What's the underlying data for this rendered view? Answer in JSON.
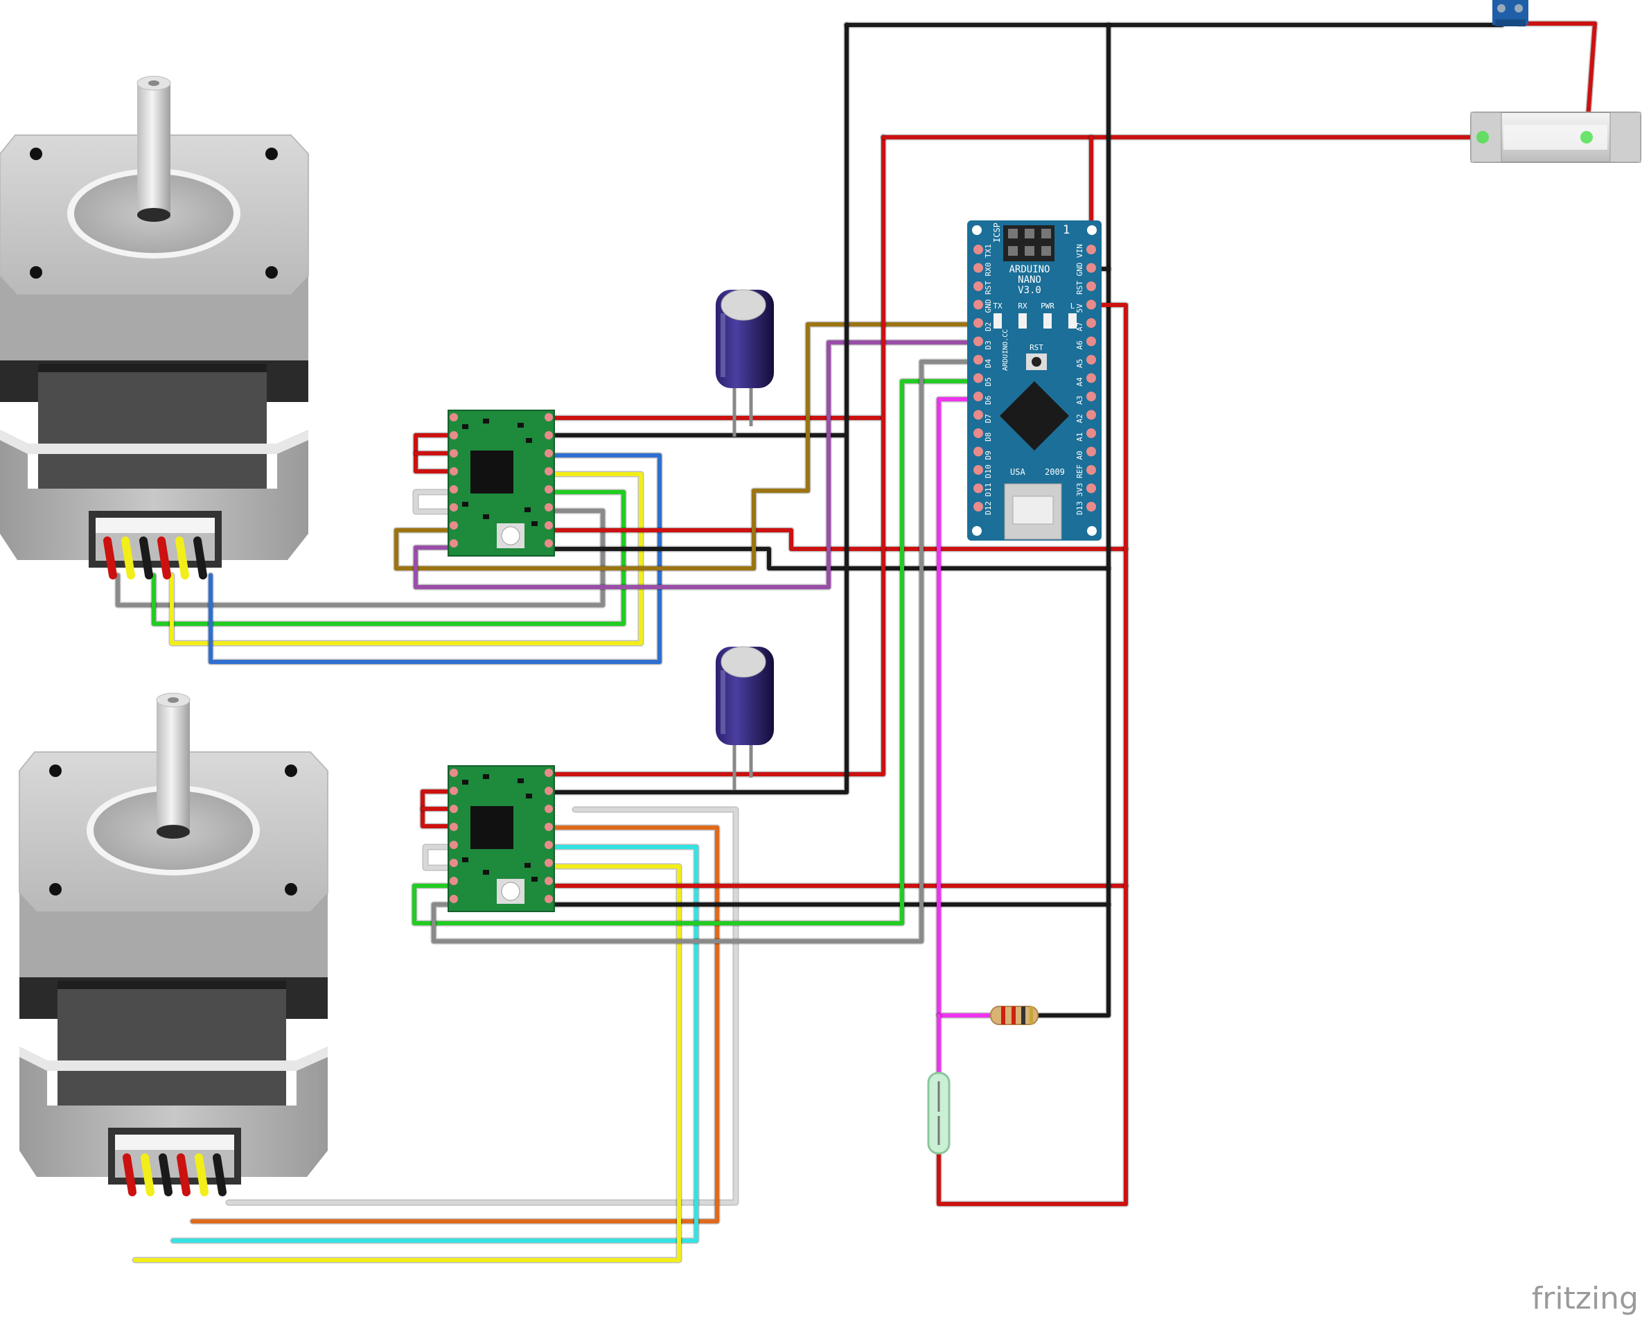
{
  "arduino": {
    "board_line1": "ARDUINO",
    "board_line2": "NANO",
    "board_line3": "V3.0",
    "icsp": "ICSP",
    "pin1": "1",
    "website": "ARDUINO.CC",
    "made_in": "USA",
    "year": "2009",
    "rst_button": "RST",
    "leds": [
      "TX",
      "RX",
      "PWR",
      "L"
    ],
    "left_pins": [
      "TX1",
      "RX0",
      "RST",
      "GND",
      "D2",
      "D3",
      "D4",
      "D5",
      "D6",
      "D7",
      "D8",
      "D9",
      "D10",
      "D11",
      "D12"
    ],
    "right_pins": [
      "VIN",
      "GND",
      "RST",
      "5V",
      "A7",
      "A6",
      "A5",
      "A4",
      "A3",
      "A2",
      "A1",
      "A0",
      "REF",
      "3V3",
      "D13"
    ]
  },
  "watermark": "fritzing",
  "colors": {
    "red": "#cc1111",
    "black": "#1a1a1a",
    "gray": "#8a8a8a",
    "blue": "#2f6fd0",
    "yellow": "#f2ee1a",
    "green": "#22cc22",
    "brown": "#9c7412",
    "purple": "#9a4ea8",
    "magenta": "#ee33ee",
    "orange": "#e06a1c",
    "cyan": "#33e3e3",
    "white": "#d8d8d8",
    "board_blue": "#1b6f98",
    "driver_green": "#1e8a3c",
    "capacitor": "#1c1350"
  }
}
